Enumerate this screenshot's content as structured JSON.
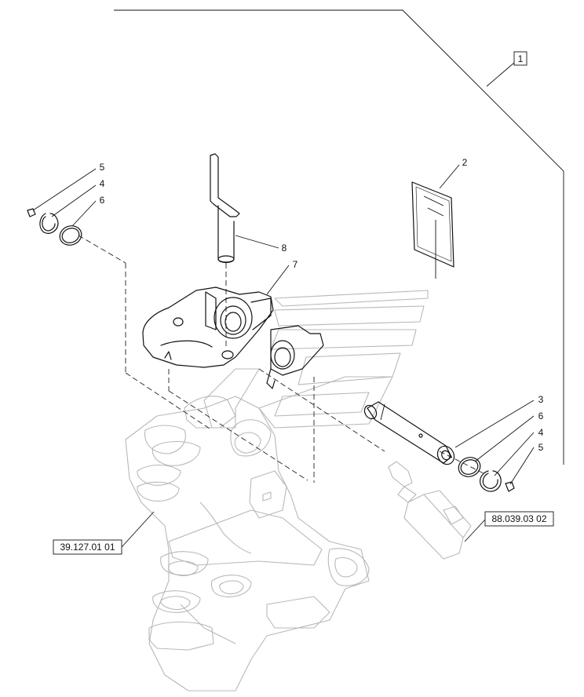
{
  "callouts": {
    "c1": "1",
    "c2": "2",
    "c3": "3",
    "c4a": "4",
    "c4b": "4",
    "c5a": "5",
    "c5b": "5",
    "c6a": "6",
    "c6b": "6",
    "c7": "7",
    "c8": "8"
  },
  "references": {
    "ref_left": "39.127.01 01",
    "ref_right": "88.039.03 02"
  }
}
